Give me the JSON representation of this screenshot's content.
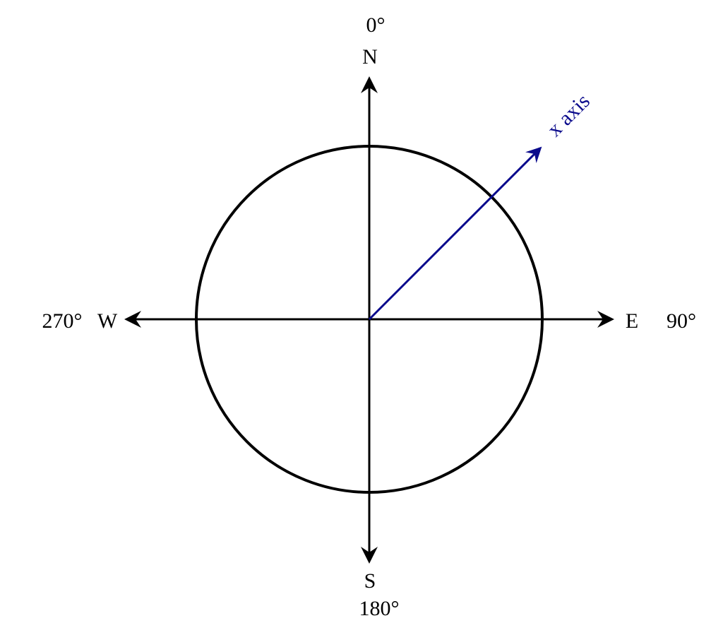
{
  "colors": {
    "ink": "#000000",
    "x_axis": "#0a0a8c",
    "background": "#ffffff"
  },
  "labels": {
    "north_degree": "0°",
    "north_letter": "N",
    "south_letter": "S",
    "south_degree": "180°",
    "east_letter": "E",
    "east_degree": "90°",
    "west_degree": "270°",
    "west_letter": "W",
    "x_axis": "x axis"
  },
  "x_axis_bearing_deg": 45
}
